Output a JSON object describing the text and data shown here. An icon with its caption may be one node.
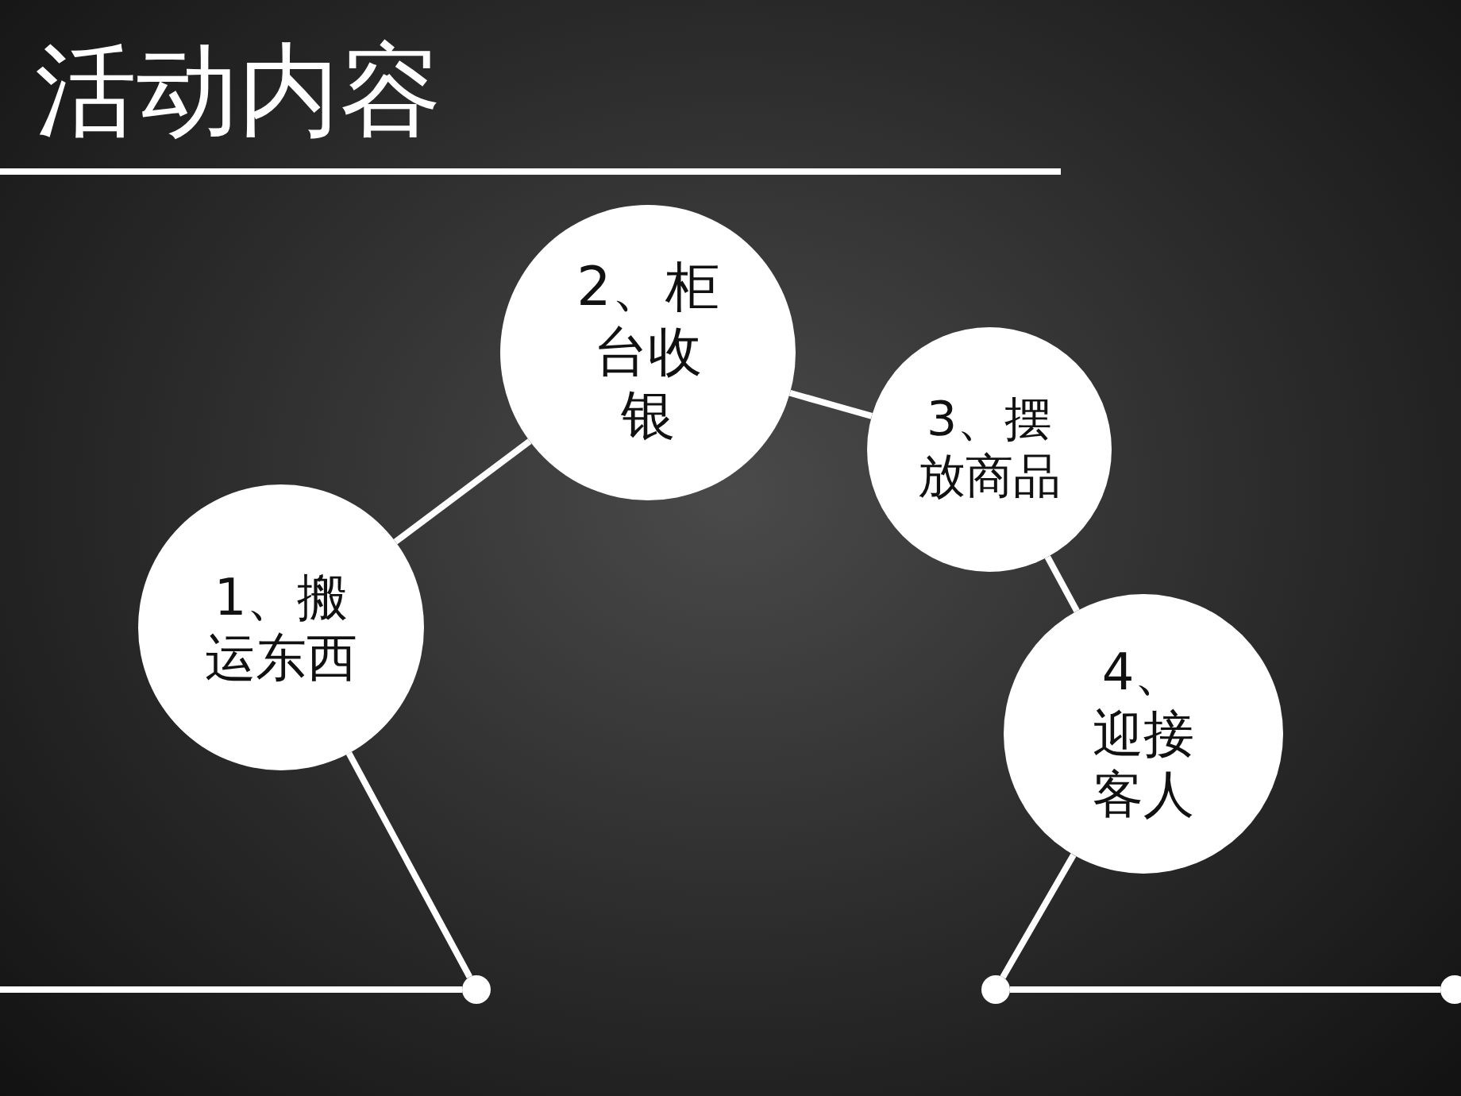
{
  "diagram": {
    "title": "活动内容",
    "nodes": [
      {
        "text": [
          "1、搬运东西"
        ]
      },
      {
        "text": [
          "2、柜台收银"
        ]
      },
      {
        "text": [
          "3、摆放商品"
        ]
      },
      {
        "text": [
          "4、迎接客人"
        ]
      },
      {
        "text": [],
        "shape": "circle"
      },
      {
        "text": [],
        "shape": "circle"
      },
      {
        "text": [],
        "shape": "circle"
      }
    ],
    "edges": [
      {
        "from": 0,
        "to": 1,
        "arrow": "none"
      },
      {
        "from": 1,
        "to": 2,
        "arrow": "none"
      },
      {
        "from": 2,
        "to": 3,
        "arrow": "none"
      },
      {
        "from": 0,
        "to": 4,
        "arrow": "none"
      },
      {
        "from": null,
        "to": 4,
        "arrow": "none"
      },
      {
        "from": 3,
        "to": 5,
        "arrow": "none"
      },
      {
        "from": 5,
        "to": 6,
        "arrow": "none"
      }
    ]
  }
}
